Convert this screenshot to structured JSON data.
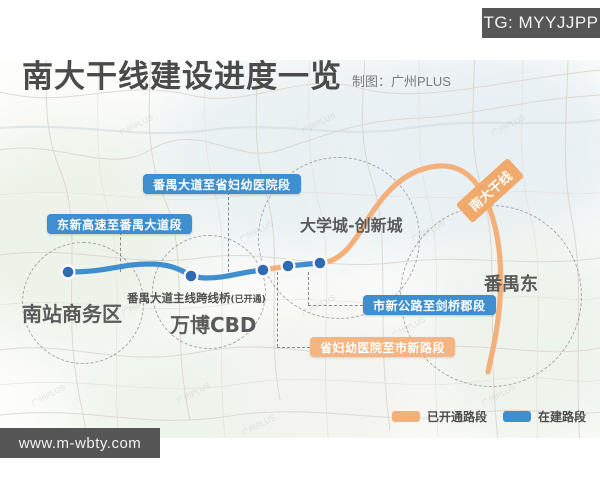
{
  "watermarks": {
    "telegram": "TG: MYYJJPP",
    "site": "www.m-wbty.com",
    "map_tile": "广州PLUS"
  },
  "header": {
    "title": "南大干线建设进度一览",
    "credit": "制图：广州PLUS"
  },
  "corridor": {
    "tag": "南大干线"
  },
  "zones": [
    {
      "name": "南站商务区",
      "label": "南站商务区"
    },
    {
      "name": "万博CBD",
      "label": "万博CBD"
    },
    {
      "name": "大学城-创新城",
      "label": "大学城-创新城"
    },
    {
      "name": "番禺东",
      "label": "番禺东"
    }
  ],
  "notes": [
    {
      "text": "番禺大道主线跨线桥",
      "suffix": "(已开通)"
    }
  ],
  "segments": [
    {
      "id": "seg-1",
      "label": "东新高速至番禺大道段",
      "status": "在建",
      "color": "#3f8fd0"
    },
    {
      "id": "seg-2",
      "label": "番禺大道至省妇幼医院段",
      "status": "在建",
      "color": "#3f8fd0"
    },
    {
      "id": "seg-3",
      "label": "省妇幼医院至市新路段",
      "status": "已开通",
      "color": "#f5b583"
    },
    {
      "id": "seg-4",
      "label": "市新公路至剑桥郡段",
      "status": "在建",
      "color": "#3f8fd0"
    }
  ],
  "legend": {
    "items": [
      {
        "label": "已开通路段",
        "color": "#f3b07a"
      },
      {
        "label": "在建路段",
        "color": "#3f8fd0"
      }
    ]
  },
  "colors": {
    "built": "#f3b07a",
    "under_construction": "#3f8fd0",
    "station_dot": "#2f6cb5",
    "title": "#4a4a4a"
  }
}
